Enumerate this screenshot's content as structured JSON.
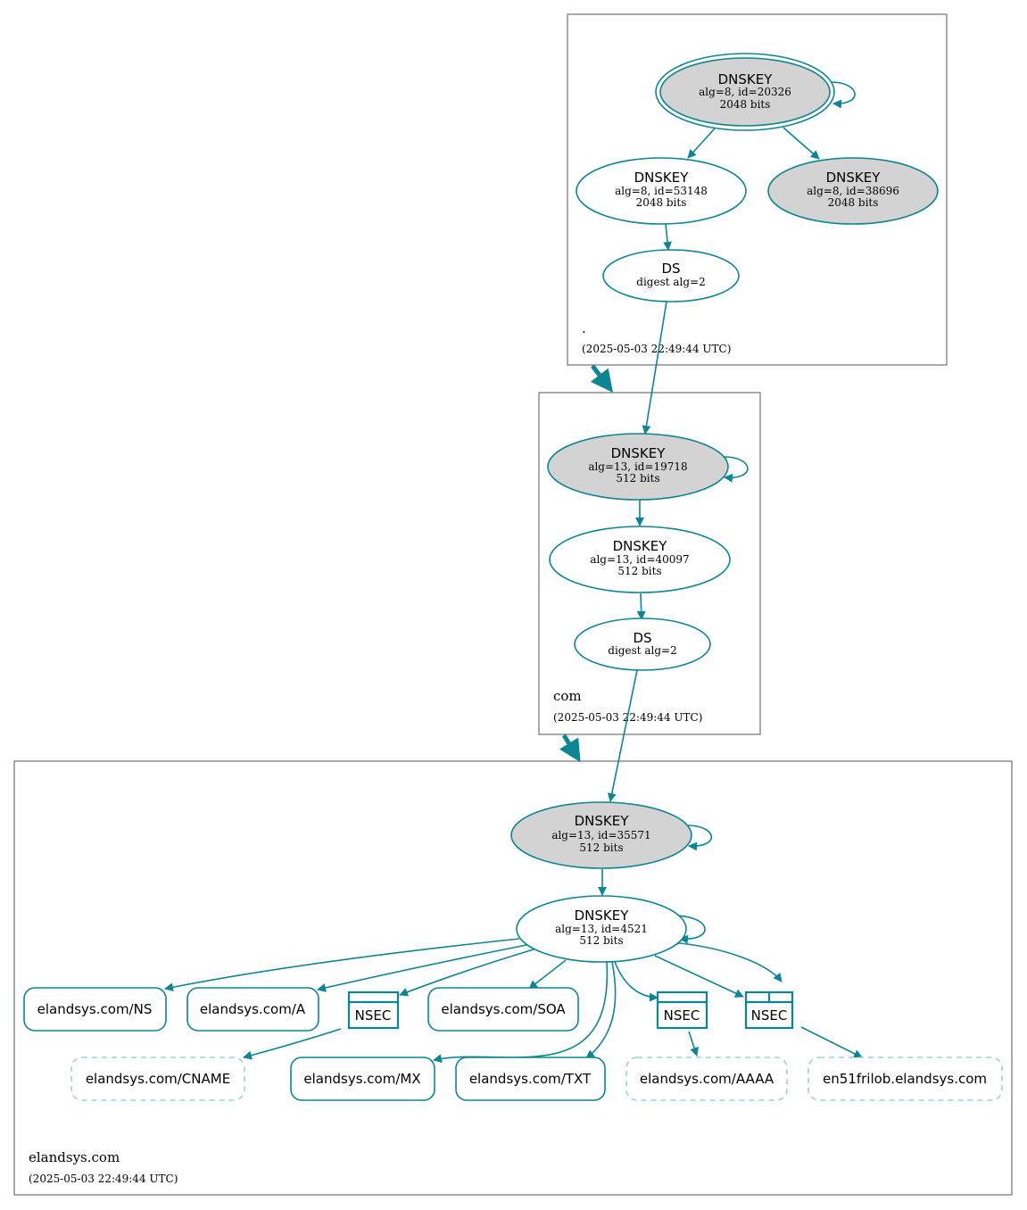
{
  "colors": {
    "edge": "#0e8592",
    "key_fill_sep": "#d3d3d3",
    "key_fill_zsk": "#ffffff",
    "missing_rr": "#9ecfd8"
  },
  "zones": {
    "root": {
      "name": ".",
      "time": "(2025-05-03 22:49:44 UTC)"
    },
    "com": {
      "name": "com",
      "time": "(2025-05-03 22:49:44 UTC)"
    },
    "elandsys": {
      "name": "elandsys.com",
      "time": "(2025-05-03 22:49:44 UTC)"
    }
  },
  "nodes": {
    "root_ksk": {
      "title": "DNSKEY",
      "line1": "alg=8, id=20326",
      "line2": "2048 bits"
    },
    "root_zsk1": {
      "title": "DNSKEY",
      "line1": "alg=8, id=53148",
      "line2": "2048 bits"
    },
    "root_zsk2": {
      "title": "DNSKEY",
      "line1": "alg=8, id=38696",
      "line2": "2048 bits"
    },
    "root_ds": {
      "title": "DS",
      "line1": "digest alg=2"
    },
    "com_ksk": {
      "title": "DNSKEY",
      "line1": "alg=13, id=19718",
      "line2": "512 bits"
    },
    "com_zsk": {
      "title": "DNSKEY",
      "line1": "alg=13, id=40097",
      "line2": "512 bits"
    },
    "com_ds": {
      "title": "DS",
      "line1": "digest alg=2"
    },
    "el_ksk": {
      "title": "DNSKEY",
      "line1": "alg=13, id=35571",
      "line2": "512 bits"
    },
    "el_zsk": {
      "title": "DNSKEY",
      "line1": "alg=13, id=4521",
      "line2": "512 bits"
    }
  },
  "records": {
    "ns": "elandsys.com/NS",
    "a": "elandsys.com/A",
    "soa": "elandsys.com/SOA",
    "cname": "elandsys.com/CNAME",
    "mx": "elandsys.com/MX",
    "txt": "elandsys.com/TXT",
    "aaaa": "elandsys.com/AAAA",
    "nxname": "en51frilob.elandsys.com"
  },
  "nsec": {
    "n1": "NSEC",
    "n2": "NSEC",
    "n3": "NSEC"
  }
}
